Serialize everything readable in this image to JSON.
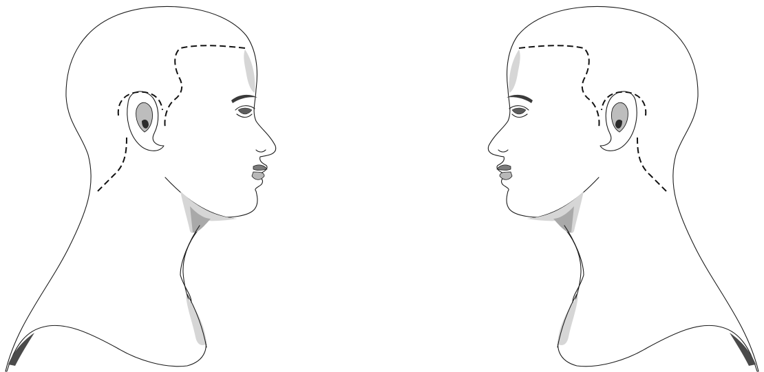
{
  "figure": {
    "type": "illustration",
    "subject": "two-head-profiles",
    "panels": [
      {
        "id": "left-profile",
        "facing": "right"
      },
      {
        "id": "right-profile",
        "facing": "left"
      }
    ],
    "guides": [
      {
        "id": "hairline-guide",
        "style": "dashed"
      },
      {
        "id": "ear-guide",
        "style": "dashed"
      },
      {
        "id": "nape-guide",
        "style": "dashed"
      }
    ],
    "colors": {
      "background": "#ffffff",
      "line": "#1a1a1a",
      "shade_light": "#d6d6d6",
      "shade_mid": "#a9a9a9",
      "shade_dark": "#4a4a4a"
    }
  }
}
